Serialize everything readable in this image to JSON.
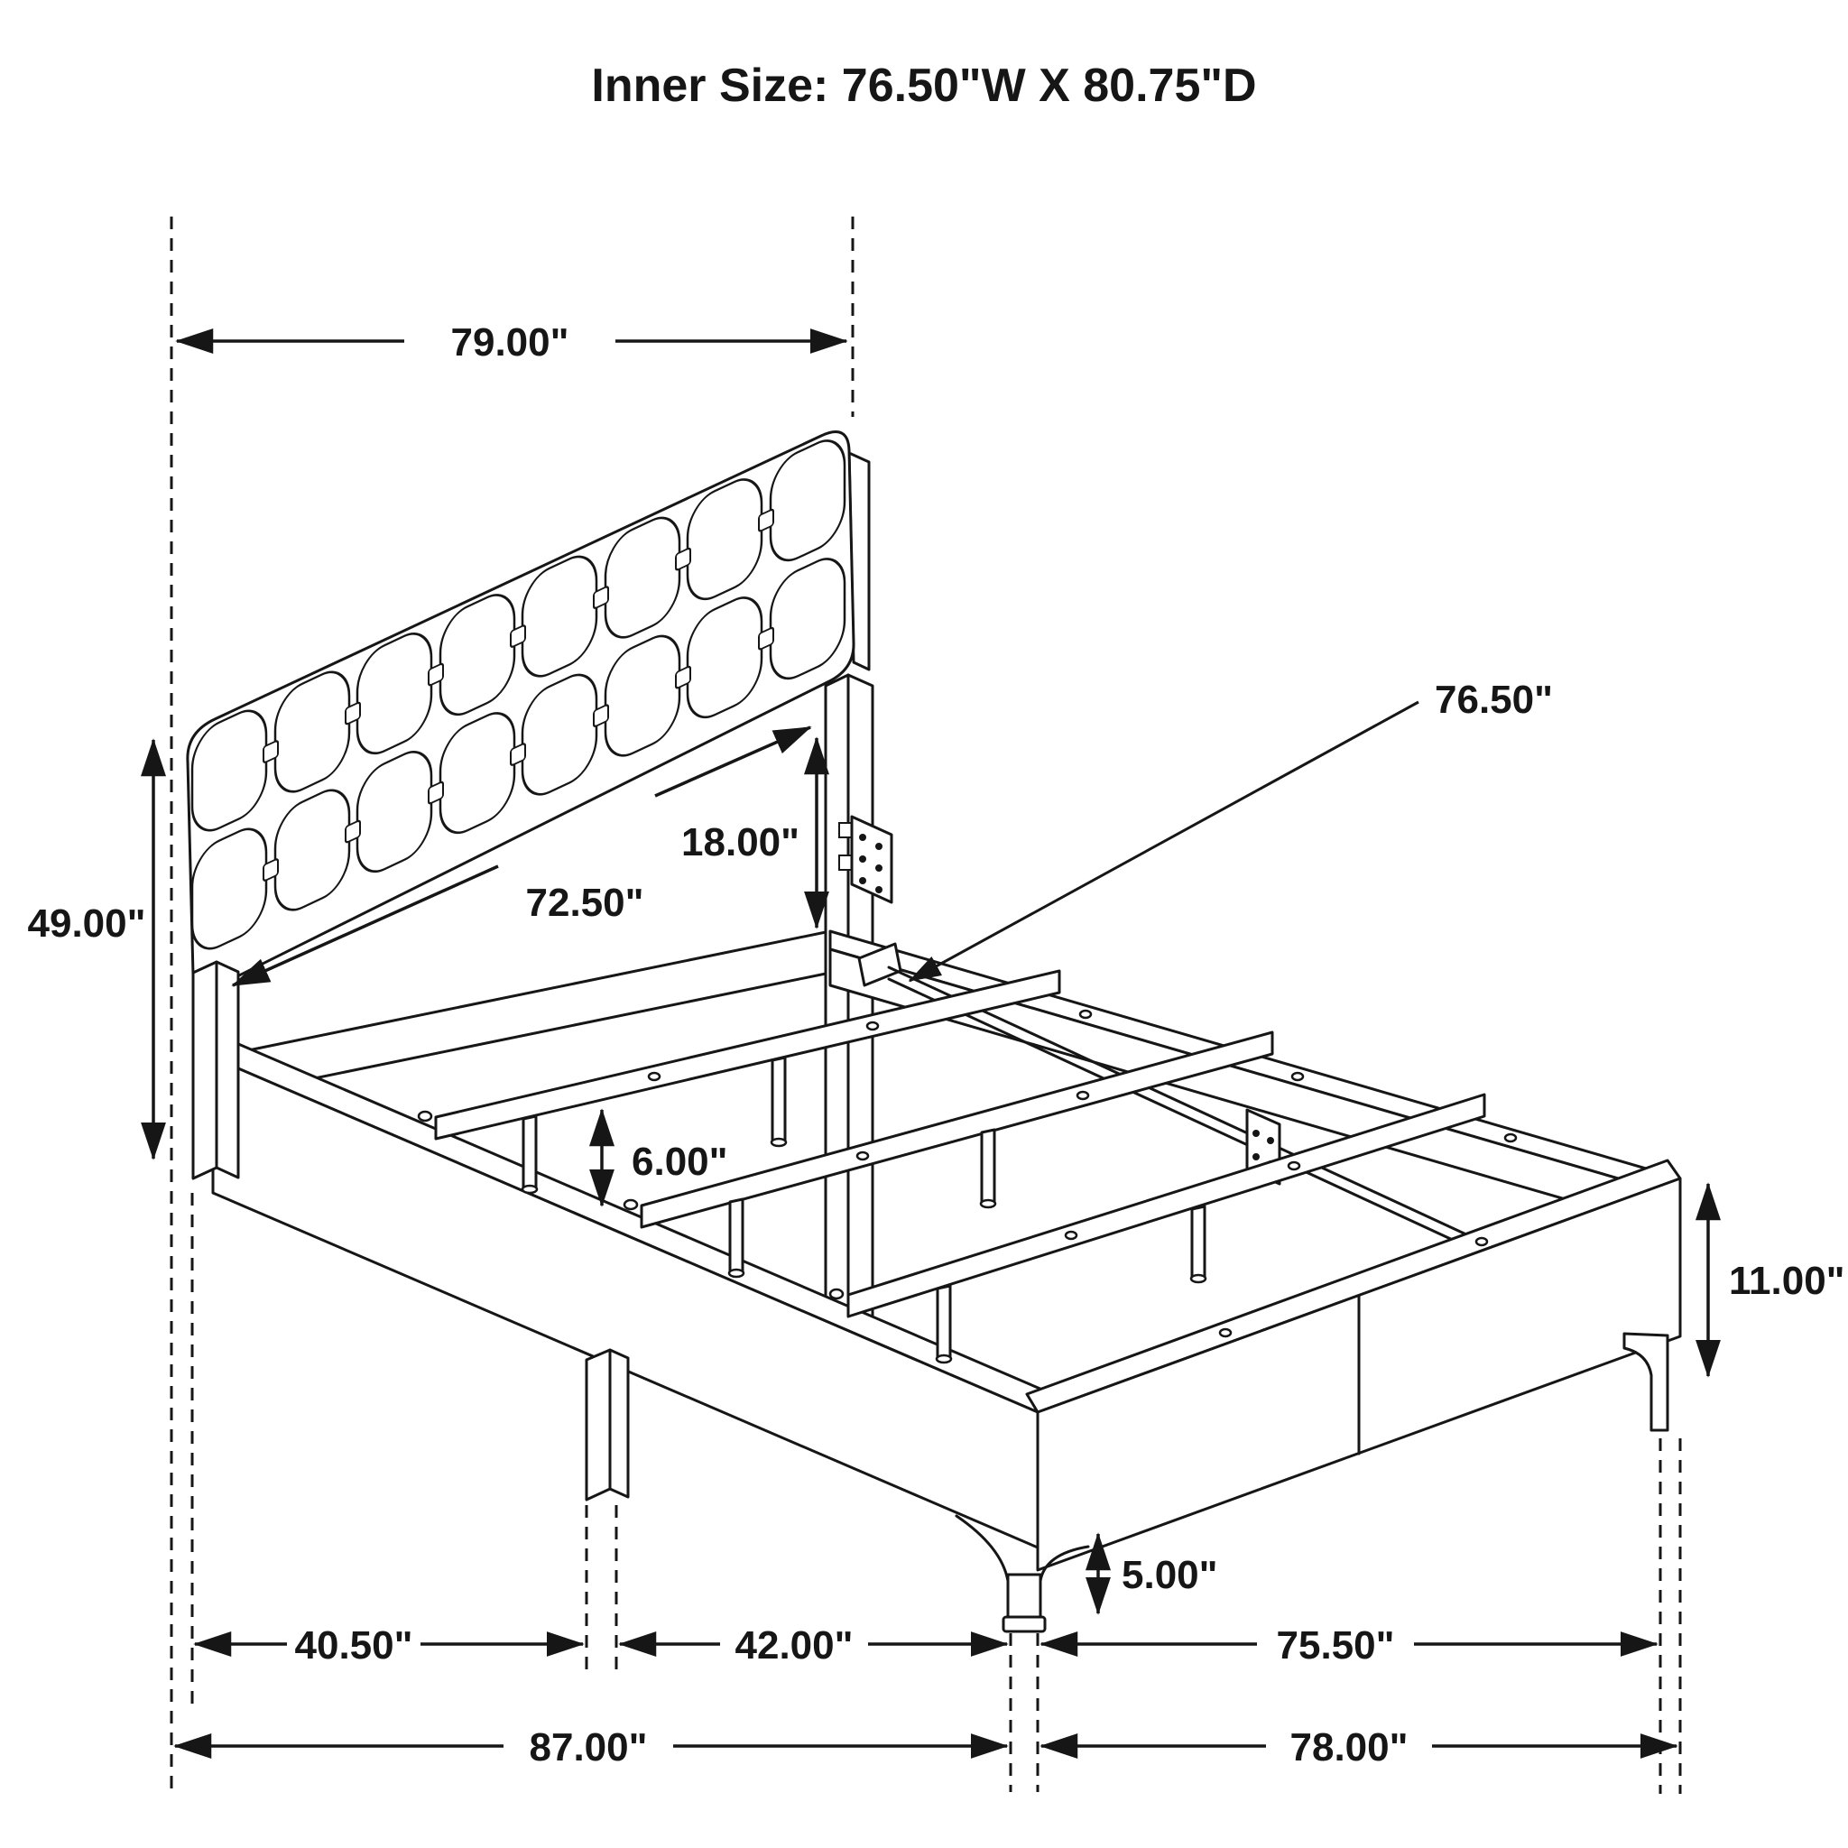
{
  "title": "Inner Size: 76.50\"W X 80.75\"D",
  "diagram_type": "bed-frame-dimension-drawing",
  "dims": {
    "headboard_width": "79.00\"",
    "inner_rail_length": "76.50\"",
    "headboard_panel_width": "72.50\"",
    "headboard_height": "49.00\"",
    "headboard_mount_height": "18.00\"",
    "slat_leg_height": "6.00\"",
    "side_rail_height": "11.00\"",
    "front_leg_height": "5.00\"",
    "headboard_section_depth": "40.50\"",
    "mid_section_depth": "42.00\"",
    "rail_section_depth": "75.50\"",
    "total_depth_with_headboard": "87.00\"",
    "frame_total_depth": "78.00\""
  },
  "colors": {
    "line": "#161616",
    "background": "#ffffff"
  }
}
